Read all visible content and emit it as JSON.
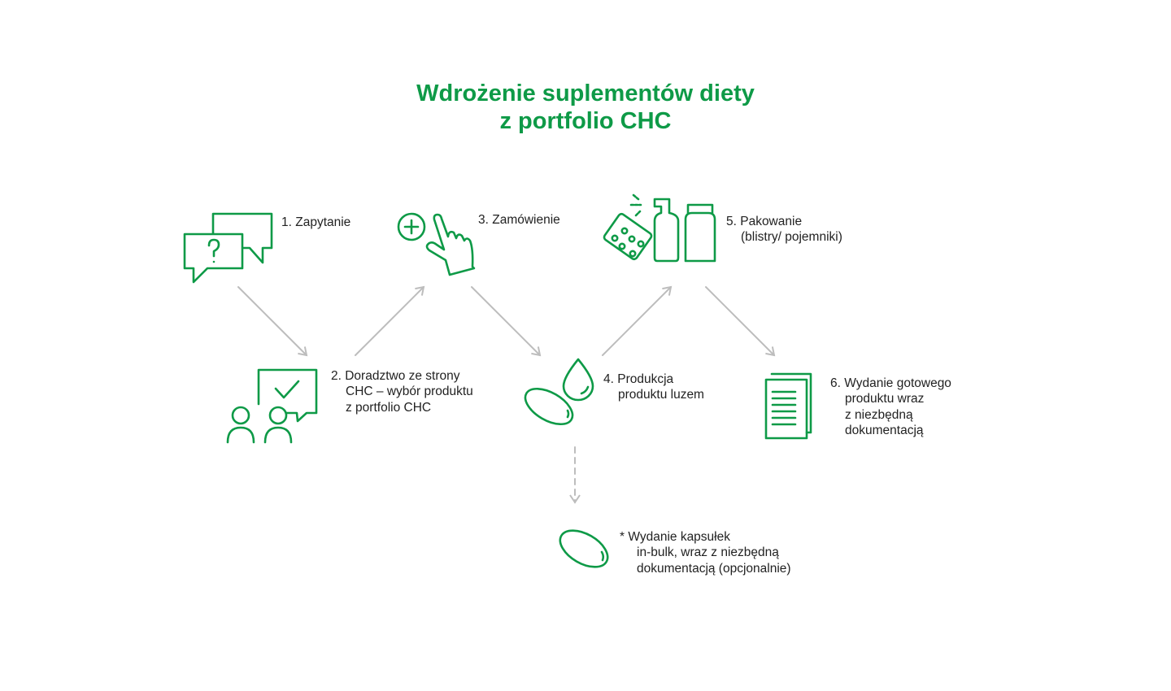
{
  "title": {
    "line1": "Wdrożenie suplementów diety",
    "line2": "z portfolio CHC"
  },
  "steps": [
    {
      "id": 1,
      "icon": "chat-question-icon",
      "lines": [
        "1.  Zapytanie"
      ]
    },
    {
      "id": 2,
      "icon": "consultation-icon",
      "lines": [
        "2. Doradztwo ze strony",
        "CHC – wybór produktu",
        "z portfolio CHC"
      ]
    },
    {
      "id": 3,
      "icon": "hand-plus-icon",
      "lines": [
        "3. Zamówienie"
      ]
    },
    {
      "id": 4,
      "icon": "drop-capsule-icon",
      "lines": [
        "4. Produkcja",
        "produktu luzem"
      ]
    },
    {
      "id": 5,
      "icon": "packaging-icon",
      "lines": [
        "5. Pakowanie",
        "(blistry/ pojemniki)"
      ]
    },
    {
      "id": 6,
      "icon": "documents-icon",
      "lines": [
        "6. Wydanie gotowego",
        "produktu wraz",
        "z niezbędną",
        "dokumentacją"
      ]
    }
  ],
  "optional": {
    "icon": "capsule-icon",
    "lines": [
      "*   Wydanie kapsułek",
      "in-bulk, wraz z niezbędną",
      "dokumentacją (opcjonalnie)"
    ]
  },
  "colors": {
    "accent": "#0e9a47",
    "arrow": "#bdbdbd",
    "text": "#222222"
  }
}
